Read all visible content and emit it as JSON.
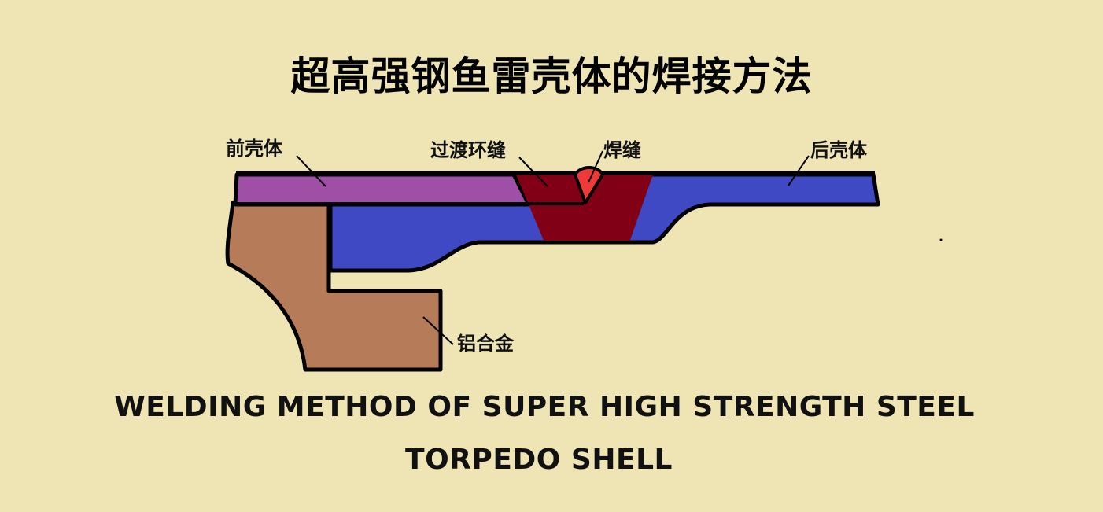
{
  "title_cn": "超高强钢鱼雷壳体的焊接方法",
  "labels": {
    "front_shell": "前壳体",
    "transition_ring": "过渡环缝",
    "weld": "焊缝",
    "rear_shell": "后壳体",
    "aluminum_alloy": "铝合金"
  },
  "title_en": {
    "line1": "WELDING METHOD OF SUPER HIGH STRENGTH STEEL",
    "line2": "TORPEDO SHELL"
  },
  "colors": {
    "background": "#EEE4B4",
    "front_shell": "#A04FA6",
    "rear_shell": "#3F49C4",
    "transition_ring": "#820016",
    "weld": "#F03A3A",
    "aluminum_alloy": "#B67B59",
    "outline": "#000000"
  }
}
